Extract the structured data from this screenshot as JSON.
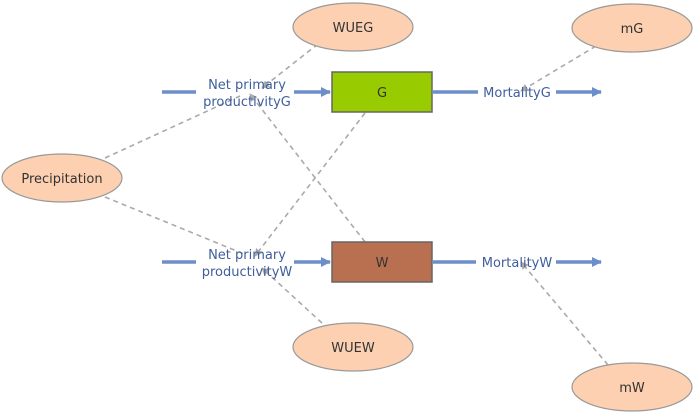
{
  "nodes": {
    "precipitation": "Precipitation",
    "wueg": "WUEG",
    "wuew": "WUEW",
    "mg": "mG",
    "mw": "mW",
    "stock_g": "G",
    "stock_w": "W"
  },
  "flows": {
    "npp_g_line1": "Net primary",
    "npp_g_line2": "productivityG",
    "npp_w_line1": "Net primary",
    "npp_w_line2": "productivityW",
    "mortality_g": "MortalityG",
    "mortality_w": "MortalityW"
  },
  "colors": {
    "ellipse_fill": "#fcd0b0",
    "ellipse_stroke": "#999999",
    "stock_g_fill": "#99cc00",
    "stock_w_fill": "#b87050",
    "stock_stroke": "#666666",
    "flow": "#6d8ec9",
    "link": "#aaaaaa",
    "label": "#3f5e9c"
  }
}
